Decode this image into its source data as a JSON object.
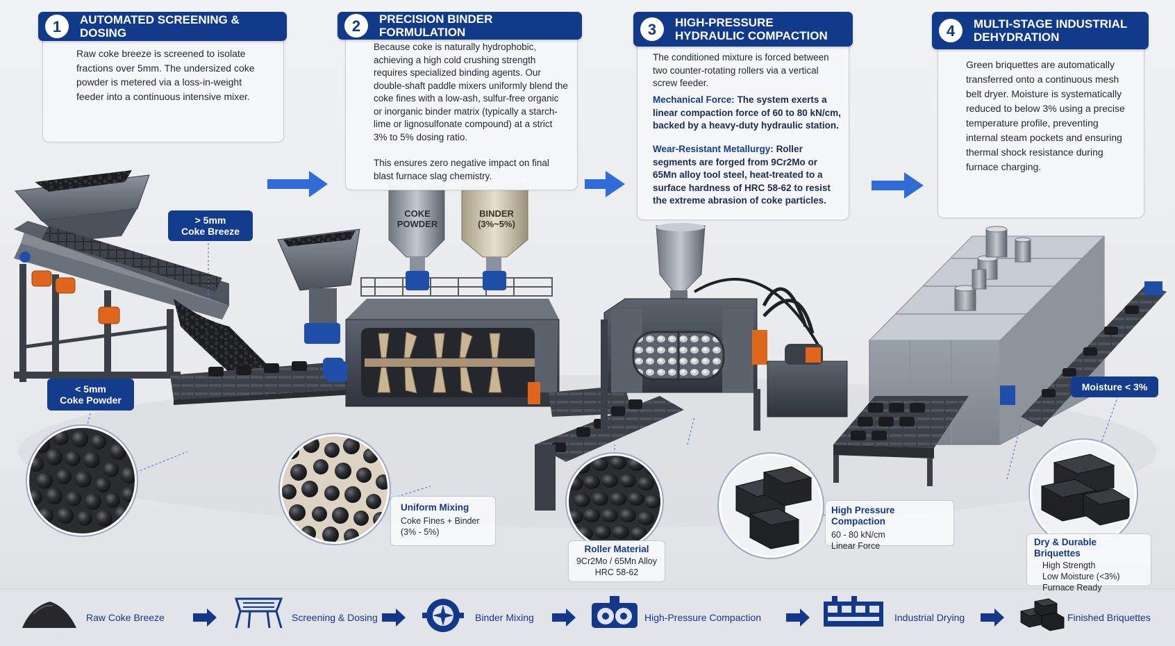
{
  "steps": [
    {
      "number": "1",
      "title": "AUTOMATED SCREENING & DOSING",
      "body": "Raw coke breeze is screened to isolate fractions over 5mm. The undersized coke powder is metered via a loss-in-weight feeder into a continuous intensive mixer."
    },
    {
      "number": "2",
      "title": "PRECISION BINDER FORMULATION",
      "body": "Because coke is naturally hydrophobic, achieving a high cold crushing strength requires specialized binding agents. Our double-shaft paddle mixers uniformly blend the coke fines with a low-ash, sulfur-free organic or inorganic binder matrix (typically a starch-lime or lignosulfonate compound) at a strict 3% to 5% dosing ratio.",
      "body2": "This ensures zero negative impact on final blast furnace slag chemistry."
    },
    {
      "number": "3",
      "title": "HIGH-PRESSURE\nHYDRAULIC COMPACTION",
      "body": "The conditioned mixture is forced between two counter-rotating rollers via a vertical screw feeder.",
      "p1_label": "Mechanical Force:",
      "p1_text": "The system exerts a linear compaction force of 60 to 80 kN/cm, backed by a heavy-duty hydraulic station.",
      "p2_label": "Wear-Resistant Metallurgy:",
      "p2_text": "Roller segments are forged from 9Cr2Mo or 65Mn alloy tool steel, heat-treated to a surface hardness of HRC 58-62 to resist the extreme abrasion of coke particles."
    },
    {
      "number": "4",
      "title": "MULTI-STAGE INDUSTRIAL\nDEHYDRATION",
      "body": "Green briquettes are automatically transferred onto a continuous mesh belt dryer. Moisture is systematically reduced to below 3% using a precise temperature profile, preventing internal steam pockets and ensuring thermal shock resistance during furnace charging."
    }
  ],
  "tags": {
    "coke_breeze": "> 5mm\nCoke Breeze",
    "coke_powder": "< 5mm\nCoke Powder",
    "moisture": "Moisture < 3%"
  },
  "hoppers": {
    "coke": "COKE\nPOWDER",
    "binder": "BINDER\n(3%~5%)"
  },
  "callouts": {
    "mixing": {
      "title": "Uniform Mixing",
      "l1": "Coke Fines + Binder",
      "l2": "(3% - 5%)"
    },
    "roller": {
      "title": "Roller Material",
      "l1": "9Cr2Mo / 65Mn Alloy",
      "l2": "HRC 58-62"
    },
    "compaction": {
      "title": "High Pressure Compaction",
      "l1": "60 - 80 kN/cm",
      "l2": "Linear Force"
    },
    "briquettes": {
      "title": "Dry & Durable Briquettes",
      "l1": "High Strength",
      "l2": "Low Moisture (<3%)",
      "l3": "Furnace Ready"
    }
  },
  "flow": [
    {
      "label": "Raw Coke Breeze",
      "icon": "coke-pile-icon"
    },
    {
      "label": "Screening & Dosing",
      "icon": "screen-icon"
    },
    {
      "label": "Binder Mixing",
      "icon": "mixer-icon"
    },
    {
      "label": "High-Pressure Compaction",
      "icon": "roller-press-icon"
    },
    {
      "label": "Industrial Drying",
      "icon": "dryer-icon"
    },
    {
      "label": "Finished Briquettes",
      "icon": "briquettes-icon"
    }
  ],
  "colors": {
    "header_blue": "#123a8a",
    "arrow_blue": "#1f5fd6",
    "machine_gray": "#4b525c",
    "accent_orange": "#e0661e",
    "motor_blue": "#1f4fa8"
  }
}
